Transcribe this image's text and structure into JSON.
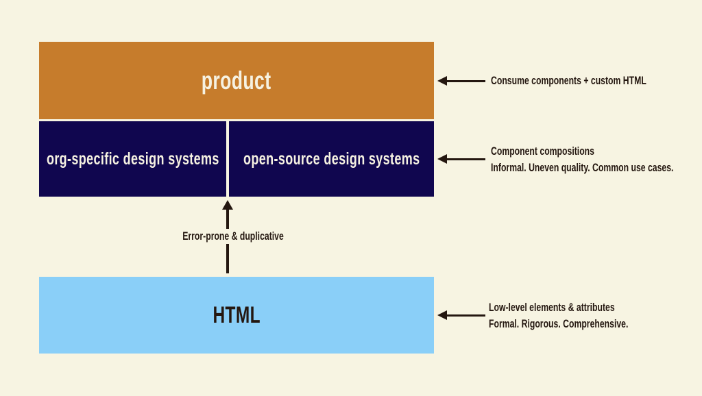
{
  "diagram": {
    "title": "HTML / design systems / product layering diagram",
    "colors": {
      "background": "#f7f4e2",
      "product_box": "#c67c2c",
      "design_system_box": "#10064f",
      "html_box": "#8acff8",
      "light_text": "#f6f2e2",
      "dark_text": "#241710",
      "arrow": "#241710"
    },
    "layers": {
      "product": {
        "label": "product"
      },
      "org_design_systems": {
        "label": "org-specific design systems"
      },
      "open_design_systems": {
        "label": "open-source design systems"
      },
      "html": {
        "label": "HTML"
      }
    },
    "annotations": {
      "product_note": {
        "line1": "Consume components + custom HTML"
      },
      "design_systems_note": {
        "line1": "Component compositions",
        "line2": "Informal. Uneven quality. Common use cases."
      },
      "html_note": {
        "line1": "Low-level elements & attributes",
        "line2": "Formal. Rigorous. Comprehensive."
      },
      "html_to_design_systems": {
        "label": "Error-prone & duplicative"
      }
    }
  }
}
